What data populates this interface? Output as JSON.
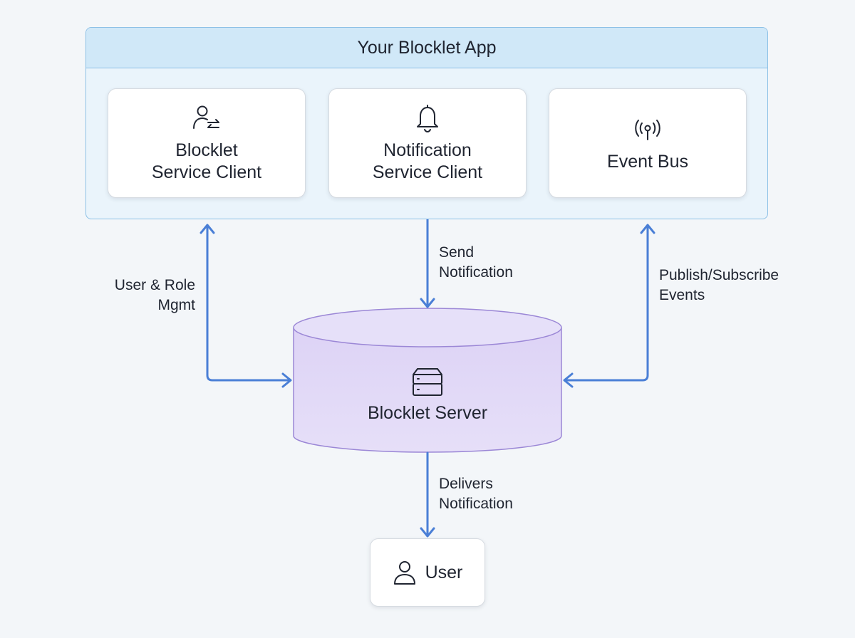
{
  "app": {
    "title": "Your Blocklet App",
    "components": [
      {
        "line1": "Blocklet",
        "line2": "Service Client",
        "icon": "user-switch-icon"
      },
      {
        "line1": "Notification",
        "line2": "Service Client",
        "icon": "bell-icon"
      },
      {
        "line1": "Event Bus",
        "icon": "broadcast-icon"
      }
    ]
  },
  "server": {
    "label": "Blocklet Server",
    "icon": "server-icon"
  },
  "user": {
    "label": "User",
    "icon": "user-icon"
  },
  "edges": {
    "user_role": {
      "line1": "User & Role",
      "line2": "Mgmt"
    },
    "send_notification": {
      "line1": "Send",
      "line2": "Notification"
    },
    "pubsub": {
      "line1": "Publish/Subscribe",
      "line2": "Events"
    },
    "delivers": {
      "line1": "Delivers",
      "line2": "Notification"
    }
  },
  "colors": {
    "arrow": "#4a7fd6",
    "app_frame": "#8cc0e6",
    "app_header": "#d0e8f8",
    "server_fill": "#e4dcf7",
    "server_stroke": "#9b87d6"
  }
}
